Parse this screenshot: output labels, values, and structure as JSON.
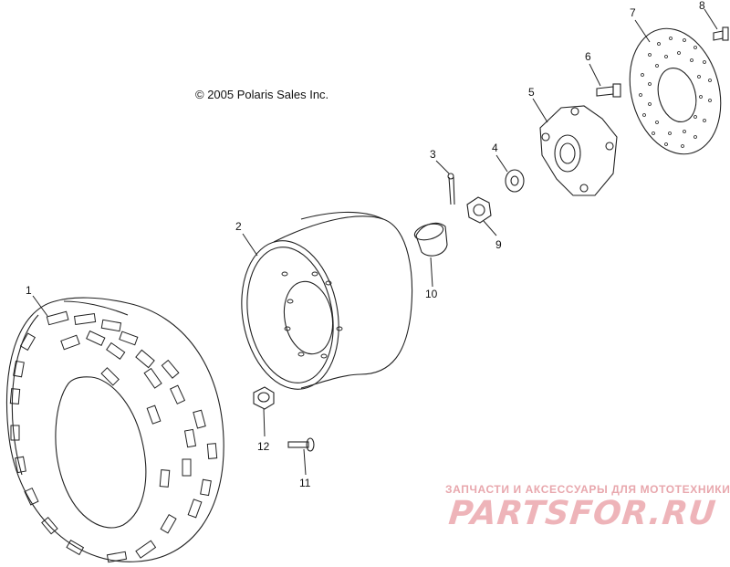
{
  "copyright": "© 2005 Polaris Sales Inc.",
  "callouts": [
    {
      "num": "1",
      "part": "tire"
    },
    {
      "num": "2",
      "part": "wheel-rim"
    },
    {
      "num": "3",
      "part": "cotter-pin"
    },
    {
      "num": "4",
      "part": "washer"
    },
    {
      "num": "5",
      "part": "hub"
    },
    {
      "num": "6",
      "part": "hub-bolt"
    },
    {
      "num": "7",
      "part": "brake-disc"
    },
    {
      "num": "8",
      "part": "disc-screw"
    },
    {
      "num": "9",
      "part": "castle-nut"
    },
    {
      "num": "10",
      "part": "hub-cap"
    },
    {
      "num": "11",
      "part": "valve-stem"
    },
    {
      "num": "12",
      "part": "lug-nut"
    }
  ],
  "watermark": {
    "tagline": "ЗАПЧАСТИ И АКСЕССУАРЫ ДЛЯ МОТОТЕХНИКИ",
    "logo": "PARTSFOR.RU",
    "color": "#e8a7ad"
  }
}
